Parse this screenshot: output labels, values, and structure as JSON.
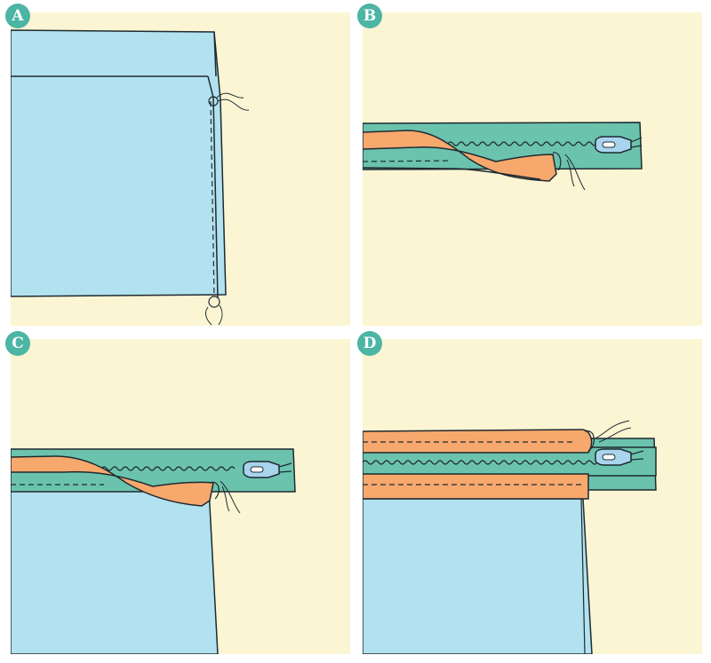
{
  "panels": [
    {
      "id": "a",
      "label": "A"
    },
    {
      "id": "b",
      "label": "B"
    },
    {
      "id": "c",
      "label": "C"
    },
    {
      "id": "d",
      "label": "D"
    }
  ],
  "colors": {
    "background": "#fbf5d3",
    "fabric": "#b2e2ef",
    "zipper_tape": "#6bc3ad",
    "facing": "#f7a86d",
    "slider": "#a9d4ee",
    "outline": "#1e2a30",
    "badge": "#4cb5a4"
  },
  "icons": [
    "needle-thread-icon",
    "zipper-teeth-icon",
    "zipper-slider-icon"
  ]
}
